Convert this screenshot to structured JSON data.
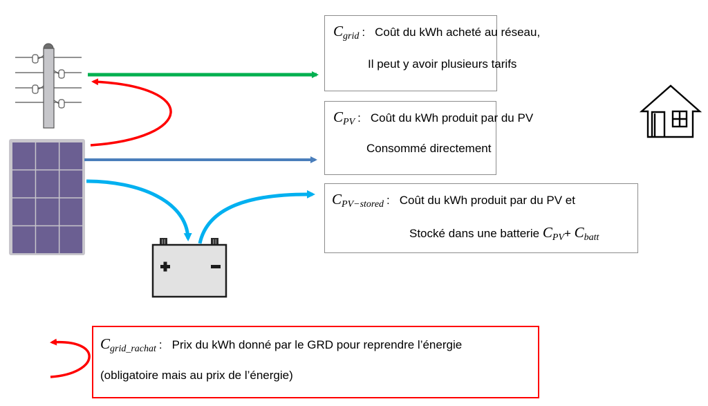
{
  "colors": {
    "grid_arrow": "#00b050",
    "pv_direct_arrow": "#4a7ebb",
    "pv_stored_arrow": "#00b0f0",
    "rachat_arrow": "#ff0000",
    "box_border": "#8c8c8c",
    "rachat_box_border": "#ff0000",
    "solar_cell": "#6b5f92",
    "solar_frame": "#c8c6cc",
    "battery_body": "#e2e2e2",
    "pole": "#c6c6ca"
  },
  "icons": {
    "pole": "utility-pole-icon",
    "solar": "solar-panel-icon",
    "battery": "battery-icon",
    "house": "house-icon",
    "battery_plus": "+",
    "battery_minus": "−"
  },
  "boxes": {
    "grid": {
      "symbol": "C",
      "subscript": "grid",
      "colon": ":",
      "line1": "Coût du kWh acheté au réseau,",
      "line2": "Il peut y avoir plusieurs tarifs"
    },
    "pv": {
      "symbol": "C",
      "subscript": "PV",
      "colon": ":",
      "line1": "Coût du kWh produit par du PV",
      "line2": "Consommé directement"
    },
    "pv_stored": {
      "symbol": "C",
      "subscript": "PV−stored",
      "colon": ":",
      "line1": "Coût du kWh produit par du PV et",
      "line2": "Stocké dans une batterie",
      "formula": {
        "term1_symbol": "C",
        "term1_subscript": "PV",
        "operator": "+",
        "term2_symbol": "C",
        "term2_subscript": "batt"
      }
    },
    "rachat": {
      "symbol": "C",
      "subscript": "grid_rachat",
      "colon": ":",
      "line1": "Prix du kWh donné par le GRD pour reprendre l’énergie",
      "line2": "(obligatoire mais au prix de l’énergie)"
    }
  }
}
